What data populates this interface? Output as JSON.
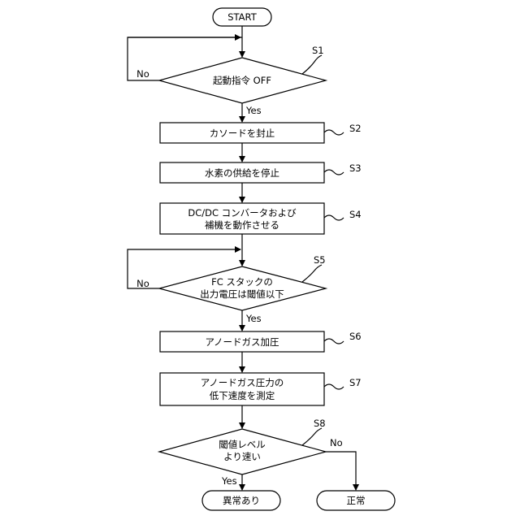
{
  "flowchart": {
    "start": "START",
    "s1": {
      "step": "S1",
      "label": "起動指令 OFF",
      "no": "No",
      "yes": "Yes"
    },
    "s2": {
      "step": "S2",
      "label": "カソードを封止"
    },
    "s3": {
      "step": "S3",
      "label": "水素の供給を停止"
    },
    "s4": {
      "step": "S4",
      "line1": "DC/DC コンバータおよび",
      "line2": "補機を動作させる"
    },
    "s5": {
      "step": "S5",
      "line1": "FC スタックの",
      "line2": "出力電圧は閾値以下",
      "no": "No",
      "yes": "Yes"
    },
    "s6": {
      "step": "S6",
      "label": "アノードガス加圧"
    },
    "s7": {
      "step": "S7",
      "line1": "アノードガス圧力の",
      "line2": "低下速度を測定"
    },
    "s8": {
      "step": "S8",
      "line1": "閾値レベル",
      "line2": "より速い",
      "no": "No",
      "yes": "Yes"
    },
    "end_abnormal": "異常あり",
    "end_normal": "正常"
  }
}
